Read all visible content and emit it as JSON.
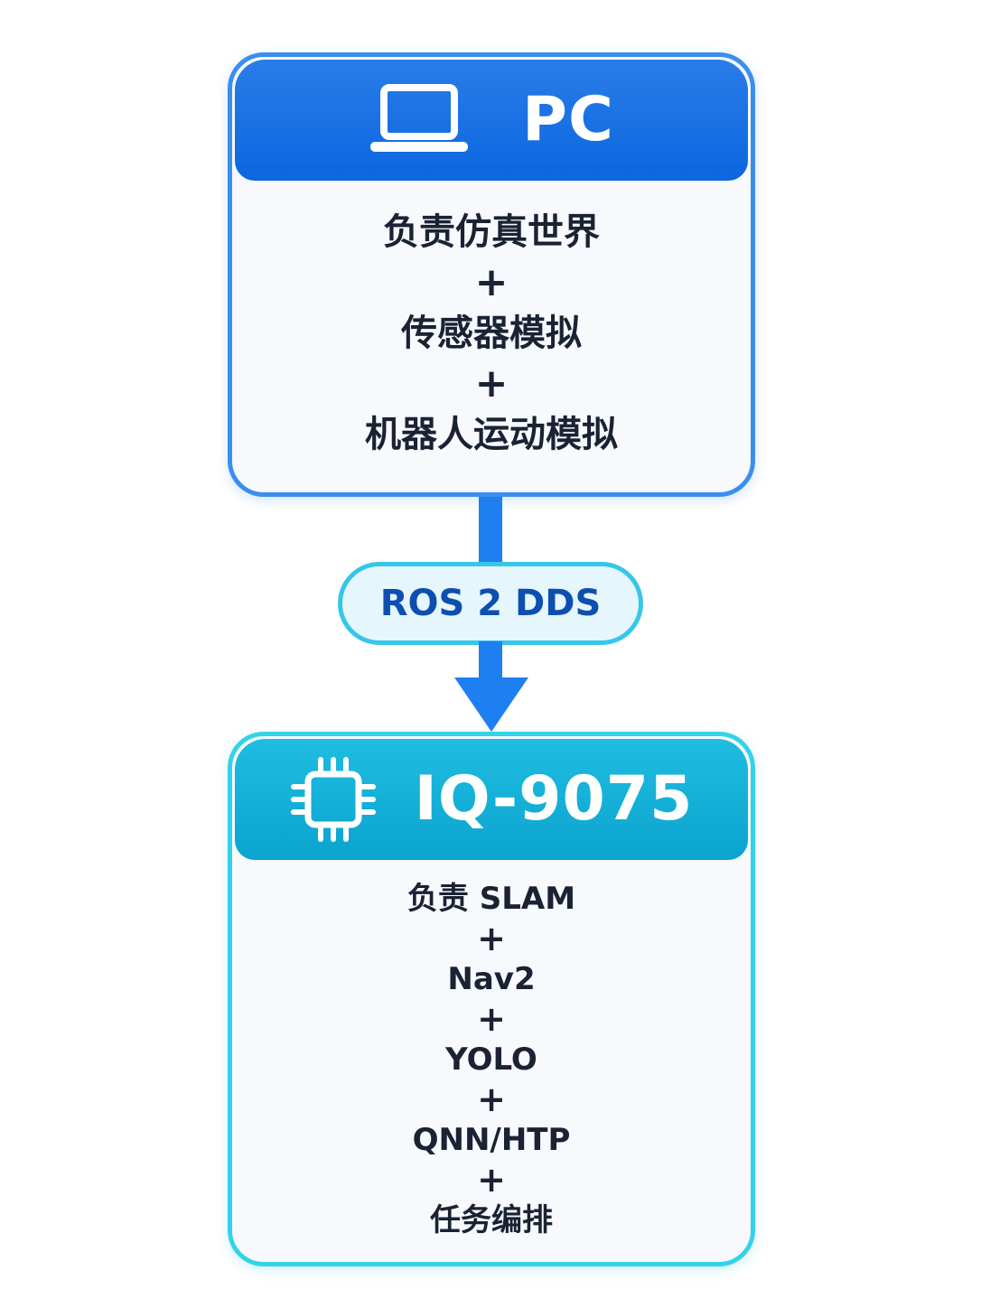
{
  "pc": {
    "icon": "laptop-icon",
    "title": "PC",
    "lines": [
      "负责仿真世界",
      "+",
      "传感器模拟",
      "+",
      "机器人运动模拟"
    ],
    "header_color": "#0b66e0",
    "border_color": "#3a8ef0"
  },
  "link": {
    "label": "ROS 2 DDS",
    "arrow_color": "#1e7ff0"
  },
  "iq": {
    "icon": "chip-icon",
    "title": "IQ-9075",
    "lines": [
      "负责 SLAM",
      "+",
      "Nav2",
      "+",
      "YOLO",
      "+",
      "QNN/HTP",
      "+",
      "任务编排"
    ],
    "header_color": "#0ba3cf",
    "border_color": "#33d2ea"
  }
}
